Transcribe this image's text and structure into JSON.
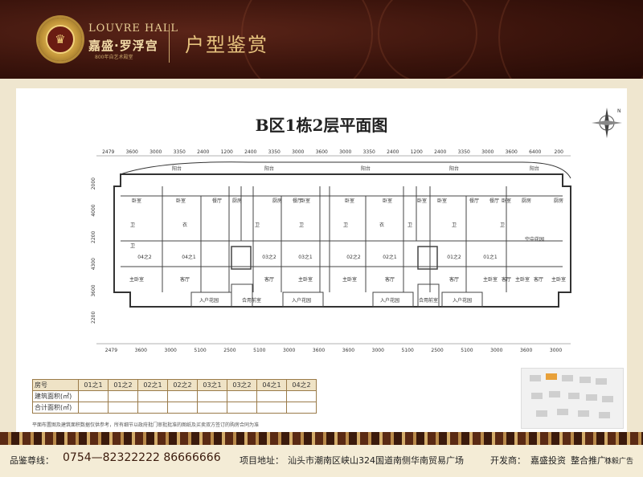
{
  "header": {
    "brand_en": "LOUVRE HALL",
    "brand_cn": "嘉盛·罗浮宫",
    "brand_tagline": "800年自艺术殿堂",
    "section_title": "户型鉴赏"
  },
  "plan": {
    "title": "B区1栋2层平面图",
    "dims_top": [
      "2479",
      "3600",
      "3000",
      "3350",
      "2400",
      "1200",
      "2400",
      "3350",
      "3000",
      "3600",
      "3000",
      "3350",
      "2400",
      "1200",
      "2400",
      "3350",
      "3000",
      "3600",
      "6400",
      "200"
    ],
    "dims_bottom": [
      "2479",
      "3600",
      "3000",
      "5100",
      "2500",
      "5100",
      "3000",
      "3600",
      "3600",
      "3000",
      "5100",
      "2500",
      "5100",
      "3000",
      "3600",
      "3000"
    ],
    "dims_left": [
      "2000",
      "4000",
      "2200",
      "4300",
      "3600",
      "2200"
    ],
    "rooms": [
      "阳台",
      "阳台",
      "阳台",
      "阳台",
      "阳台",
      "卧室",
      "卧室",
      "餐厅",
      "厨房",
      "厨房",
      "餐厅",
      "卧室",
      "卧室",
      "卧室",
      "卧室",
      "餐厅",
      "厨房",
      "厨房",
      "餐厅",
      "卧室",
      "卧室",
      "卫",
      "卫",
      "卫",
      "卫",
      "卫",
      "卫",
      "卫",
      "卫",
      "衣",
      "衣",
      "04之2",
      "04之1",
      "03之2",
      "03之1",
      "02之2",
      "02之1",
      "01之2",
      "01之1",
      "主卧室",
      "客厅",
      "客厅",
      "主卧室",
      "主卧室",
      "客厅",
      "客厅",
      "主卧室",
      "主卧室",
      "客厅",
      "客厅",
      "主卧室",
      "空中花园",
      "入户花园",
      "合用前室",
      "入户花园",
      "入户花园",
      "合用前室",
      "入户花园"
    ]
  },
  "area_table": {
    "header_label": "房号",
    "units": [
      "01之1",
      "01之2",
      "02之1",
      "02之2",
      "03之1",
      "03之2",
      "04之1",
      "04之2"
    ],
    "rows": [
      "建筑面积(㎡)",
      "合计面积(㎡)"
    ]
  },
  "note": "平面布置图及建筑面积数据仅供参考，所有细节以政府批门审批批准的图纸及买卖双方签订的购房合同为准",
  "footer": {
    "hotline_label": "品鉴尊线：",
    "hotline_number": "0754—82322222  86666666",
    "address_label": "项目地址：",
    "address": "汕头市潮南区峡山324国道南侧华南贸易广场",
    "developer_label": "开发商：",
    "developer": "嘉盛投资",
    "agency_label": "整合推广：",
    "agency": "林毅广告"
  }
}
